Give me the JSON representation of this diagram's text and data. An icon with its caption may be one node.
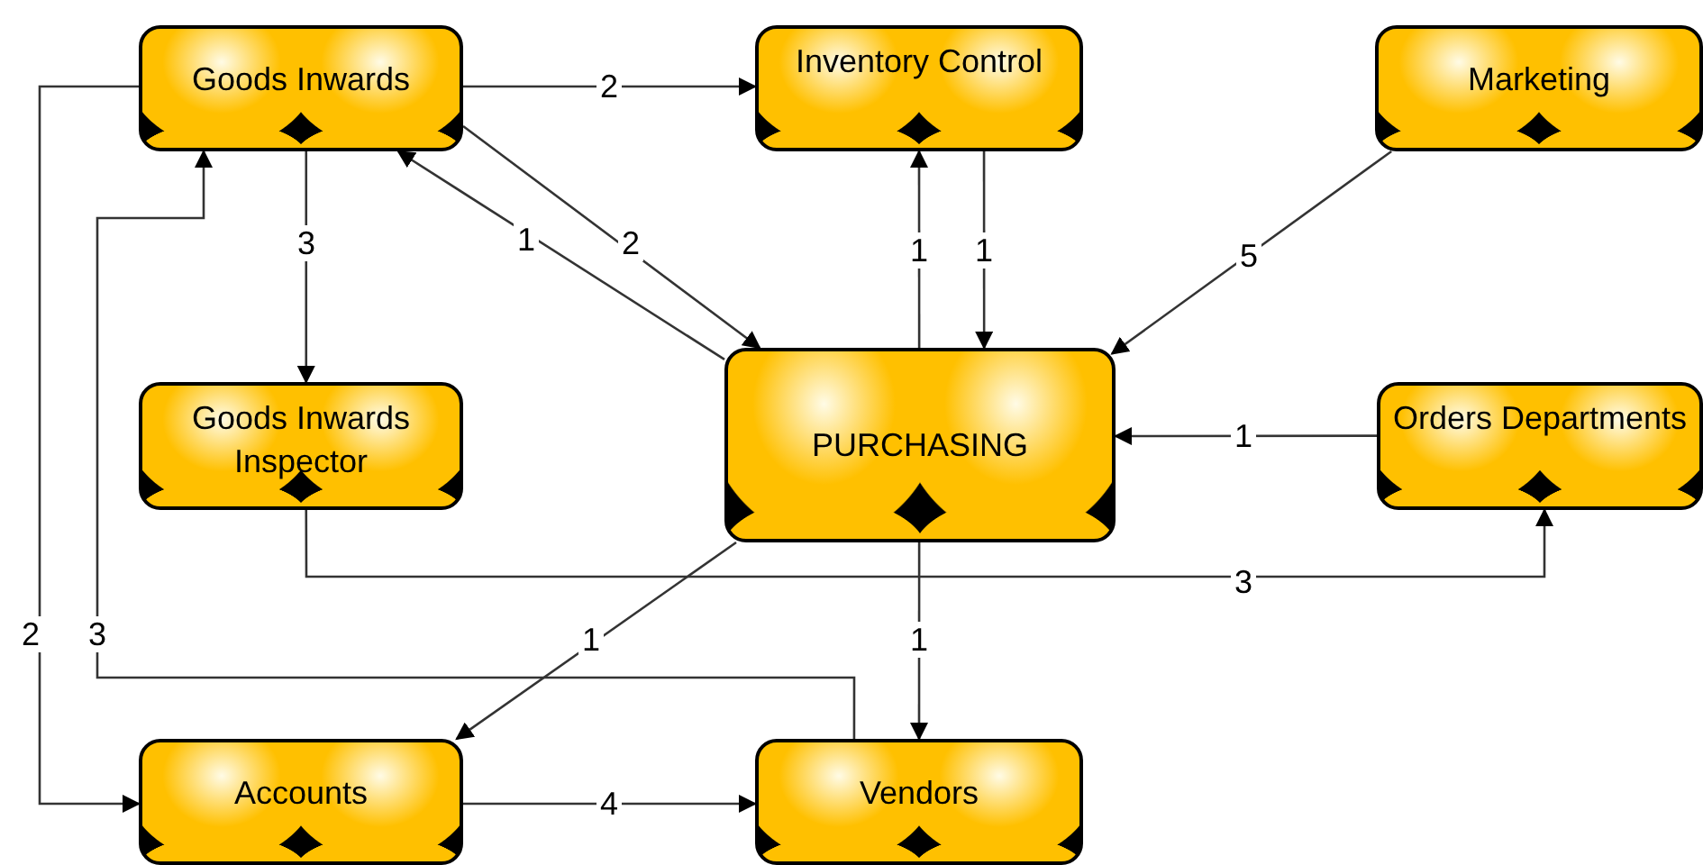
{
  "diagram": {
    "nodes": [
      {
        "text": [
          "Goods Inwards"
        ]
      },
      {
        "text": [
          "Inventory Control"
        ]
      },
      {
        "text": [
          "Marketing"
        ]
      },
      {
        "text": [
          "Goods Inwards Inspector"
        ]
      },
      {
        "text": [
          "PURCHASING"
        ]
      },
      {
        "text": [
          "Orders Departments"
        ]
      },
      {
        "text": [
          "Accounts"
        ]
      },
      {
        "text": [
          "Vendors"
        ]
      }
    ],
    "edges": [
      {
        "from": 0,
        "to": 1,
        "arrow": "to",
        "label": "2"
      },
      {
        "from": 0,
        "to": 3,
        "arrow": "to",
        "label": "3"
      },
      {
        "from": 0,
        "to": 4,
        "arrow": "to",
        "label": "2"
      },
      {
        "from": 4,
        "to": 0,
        "arrow": "to",
        "label": "1"
      },
      {
        "from": 4,
        "to": 1,
        "arrow": "to",
        "label": "1"
      },
      {
        "from": 1,
        "to": 4,
        "arrow": "to",
        "label": "1"
      },
      {
        "from": 2,
        "to": 4,
        "arrow": "to",
        "label": "5"
      },
      {
        "from": 5,
        "to": 4,
        "arrow": "to",
        "label": "1"
      },
      {
        "from": 3,
        "to": 5,
        "arrow": "to",
        "label": "3"
      },
      {
        "from": 4,
        "to": 6,
        "arrow": "to",
        "label": "1"
      },
      {
        "from": 4,
        "to": 7,
        "arrow": "to",
        "label": "1"
      },
      {
        "from": 0,
        "to": 6,
        "arrow": "to",
        "label": "2"
      },
      {
        "from": 7,
        "to": 0,
        "arrow": "to",
        "label": "3"
      },
      {
        "from": 6,
        "to": 7,
        "arrow": "to",
        "label": "4"
      }
    ]
  }
}
